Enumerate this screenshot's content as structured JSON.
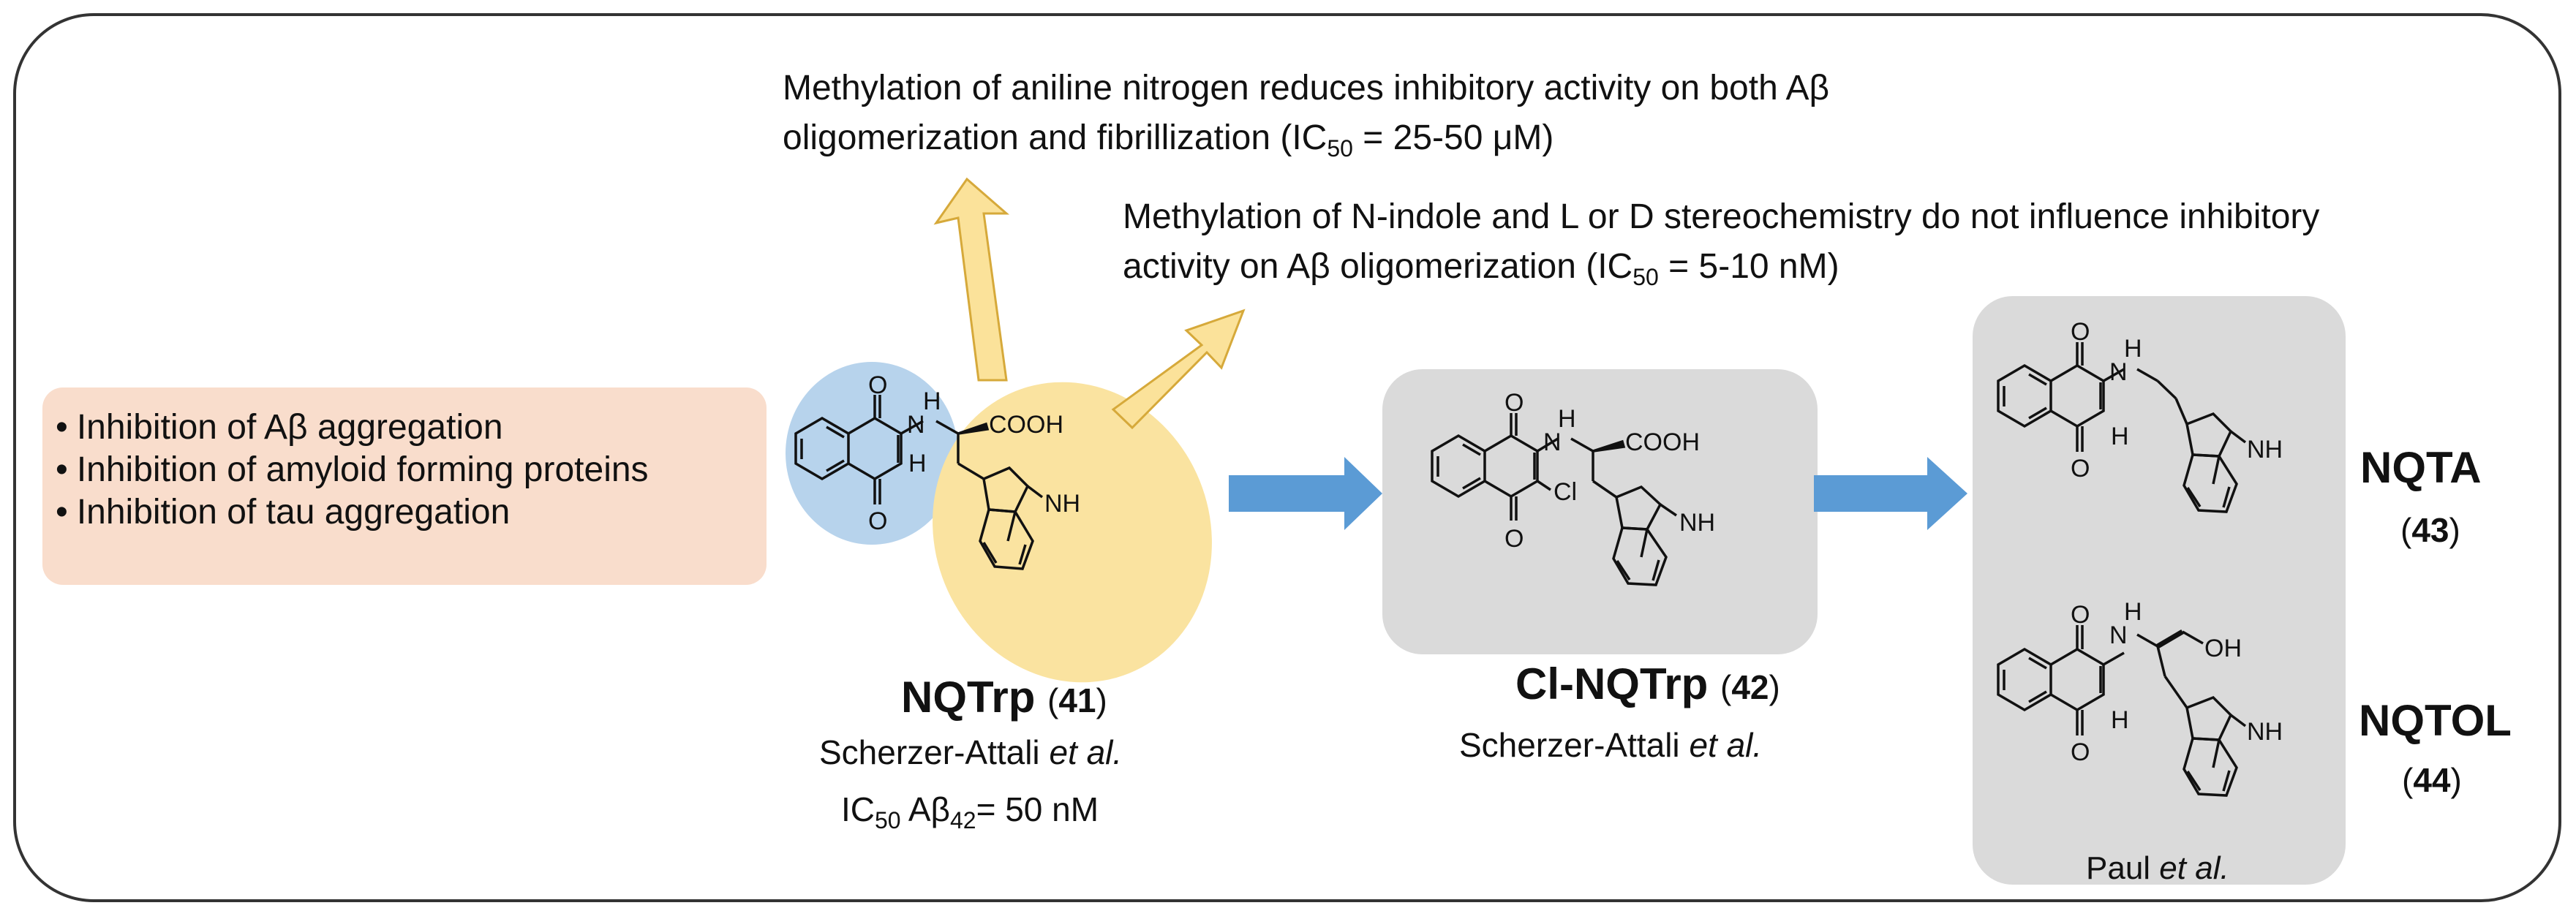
{
  "annotations": {
    "aniline_line1": "Methylation of aniline nitrogen reduces inhibitory activity on both Aβ",
    "aniline_line2_pre": "oligomerization and fibrillization (IC",
    "aniline_sub": "50",
    "aniline_line2_post": " = 25-50 μM)",
    "indole_line1": "Methylation of N-indole and L or D stereochemistry do not influence inhibitory",
    "indole_line2_pre": "activity on Aβ oligomerization (IC",
    "indole_sub": "50",
    "indole_line2_post": " = 5-10 nM)"
  },
  "activities": [
    "Inhibition of Aβ aggregation",
    "Inhibition of amyloid forming proteins",
    "Inhibition of tau aggregation"
  ],
  "compounds": {
    "nqtrp": {
      "name": "NQTrp",
      "num_open": "(",
      "num": "41",
      "num_close": ")",
      "author": "Scherzer-Attali ",
      "author_etal": "et al.",
      "ic50_label": "IC",
      "ic50_sub": "50",
      "ic50_mid": " Aβ",
      "ic50_sub2": "42",
      "ic50_value": "= 50 nM"
    },
    "clnqtrp": {
      "name": "Cl-NQTrp",
      "num_open": "(",
      "num": "42",
      "num_close": ")",
      "author": "Scherzer-Attali ",
      "author_etal": "et al."
    },
    "nqta": {
      "name": "NQTA",
      "num_open": "(",
      "num": "43",
      "num_close": ")"
    },
    "nqtol": {
      "name": "NQTOL",
      "num_open": "(",
      "num": "44",
      "num_close": ")"
    },
    "paul": {
      "author": "Paul ",
      "author_etal": "et al."
    }
  },
  "atoms": {
    "O": "O",
    "H": "H",
    "NH": "NH",
    "COOH": "COOH",
    "Cl": "Cl",
    "OH": "OH"
  },
  "colors": {
    "frame": "#333333",
    "activity_box": "#f9ddcc",
    "naphthoquinone_highlight": "#b7d3ec",
    "tryptophan_highlight": "#fae3a0",
    "yellow_arrow_fill": "#fbe29a",
    "yellow_arrow_stroke": "#d6a93a",
    "blue_arrow": "#5b9bd5",
    "compound_box": "#dadada"
  }
}
